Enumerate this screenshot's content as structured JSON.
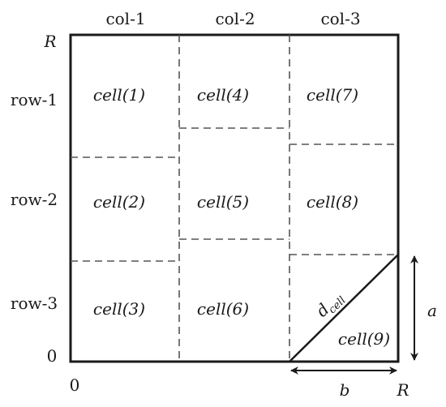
{
  "columns": [
    "col-1",
    "col-2",
    "col-3"
  ],
  "rows": [
    "row-1",
    "row-2",
    "row-3"
  ],
  "cells": [
    "cell(1)",
    "cell(2)",
    "cell(3)",
    "cell(4)",
    "cell(5)",
    "cell(6)",
    "cell(7)",
    "cell(8)",
    "cell(9)"
  ],
  "corner_labels": {
    "top_left": "R",
    "bottom_right": "R",
    "origin_y": "0",
    "origin_x": "0"
  },
  "diagonal_label": {
    "main": "d",
    "subscript": "cell"
  },
  "dimension_labels": {
    "vertical": "a",
    "horizontal": "b"
  },
  "colors": {
    "line": "#1a1a1a",
    "dashed": "#555555",
    "text": "#1a1a1a",
    "background": "#ffffff"
  }
}
